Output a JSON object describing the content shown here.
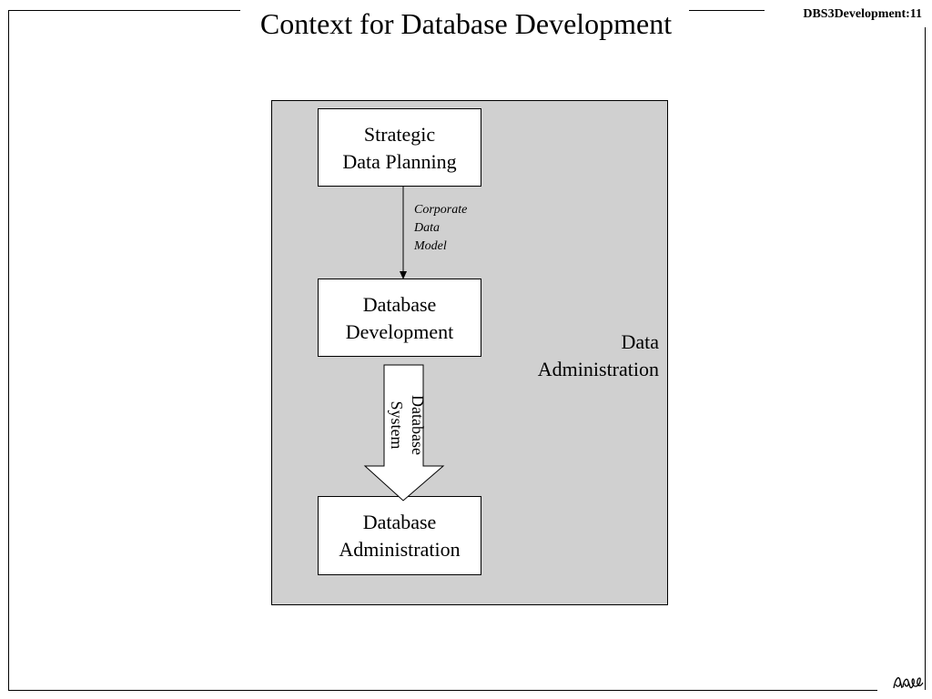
{
  "slide": {
    "title": "Context for Database Development",
    "slide_id": "DBS3Development:11"
  },
  "diagram": {
    "region_label_line1": "Data",
    "region_label_line2": "Administration",
    "boxes": {
      "strategic": [
        "Strategic",
        "Data Planning"
      ],
      "database_development": [
        "Database",
        "Development"
      ],
      "database_administration": [
        "Database",
        "Administration"
      ]
    },
    "flows": {
      "corporate_data_model": [
        "Corporate",
        "Data",
        "Model"
      ],
      "database_system": [
        "Database",
        "System"
      ]
    },
    "colors": {
      "region_fill": "#d0d0d0",
      "box_fill": "#ffffff",
      "line": "#000000"
    }
  }
}
